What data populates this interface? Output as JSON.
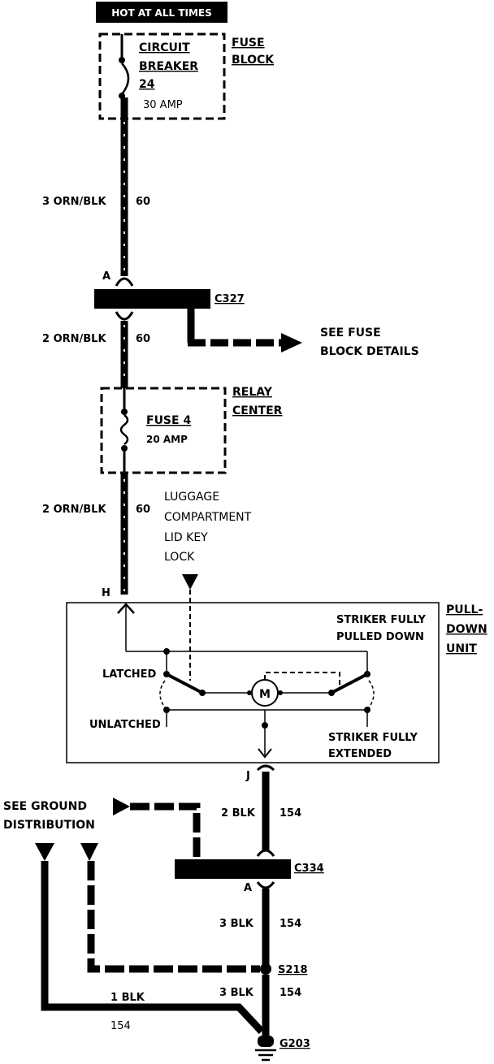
{
  "header": {
    "label": "HOT AT ALL TIMES"
  },
  "fuse_block": {
    "title_line1": "FUSE",
    "title_line2": "BLOCK",
    "breaker_line1": "CIRCUIT",
    "breaker_line2": "BREAKER",
    "breaker_line3": "24",
    "breaker_rating": "30 AMP"
  },
  "wires": {
    "w1_color": "3 ORN/BLK",
    "w1_circuit": "60",
    "w2_color": "2 ORN/BLK",
    "w2_circuit": "60",
    "w3_color": "2 ORN/BLK",
    "w3_circuit": "60",
    "w4_color": "2 BLK",
    "w4_circuit": "154",
    "w5_color": "3 BLK",
    "w5_circuit": "154",
    "w6_color": "3 BLK",
    "w6_circuit": "154",
    "w7_color": "1 BLK",
    "w7_circuit": "154"
  },
  "connectors": {
    "c327": "C327",
    "c327_pin": "A",
    "c334": "C334",
    "c334_pin": "A",
    "pin_h": "H",
    "pin_j": "J",
    "s218": "S218",
    "g203": "G203"
  },
  "fuse_details": {
    "line1": "SEE FUSE",
    "line2": "BLOCK DETAILS"
  },
  "relay_center": {
    "title_line1": "RELAY",
    "title_line2": "CENTER",
    "fuse_name": "FUSE 4",
    "fuse_rating": "20 AMP"
  },
  "key_lock": {
    "line1": "LUGGAGE",
    "line2": "COMPARTMENT",
    "line3": "LID KEY",
    "line4": "LOCK"
  },
  "pulldown_unit": {
    "title_line1": "PULL-",
    "title_line2": "DOWN",
    "title_line3": "UNIT",
    "latched": "LATCHED",
    "unlatched": "UNLATCHED",
    "striker_down_line1": "STRIKER FULLY",
    "striker_down_line2": "PULLED DOWN",
    "striker_ext_line1": "STRIKER FULLY",
    "striker_ext_line2": "EXTENDED",
    "motor": "M"
  },
  "ground": {
    "line1": "SEE GROUND",
    "line2": "DISTRIBUTION"
  },
  "colors": {
    "ink": "#000000",
    "paper": "#ffffff"
  }
}
